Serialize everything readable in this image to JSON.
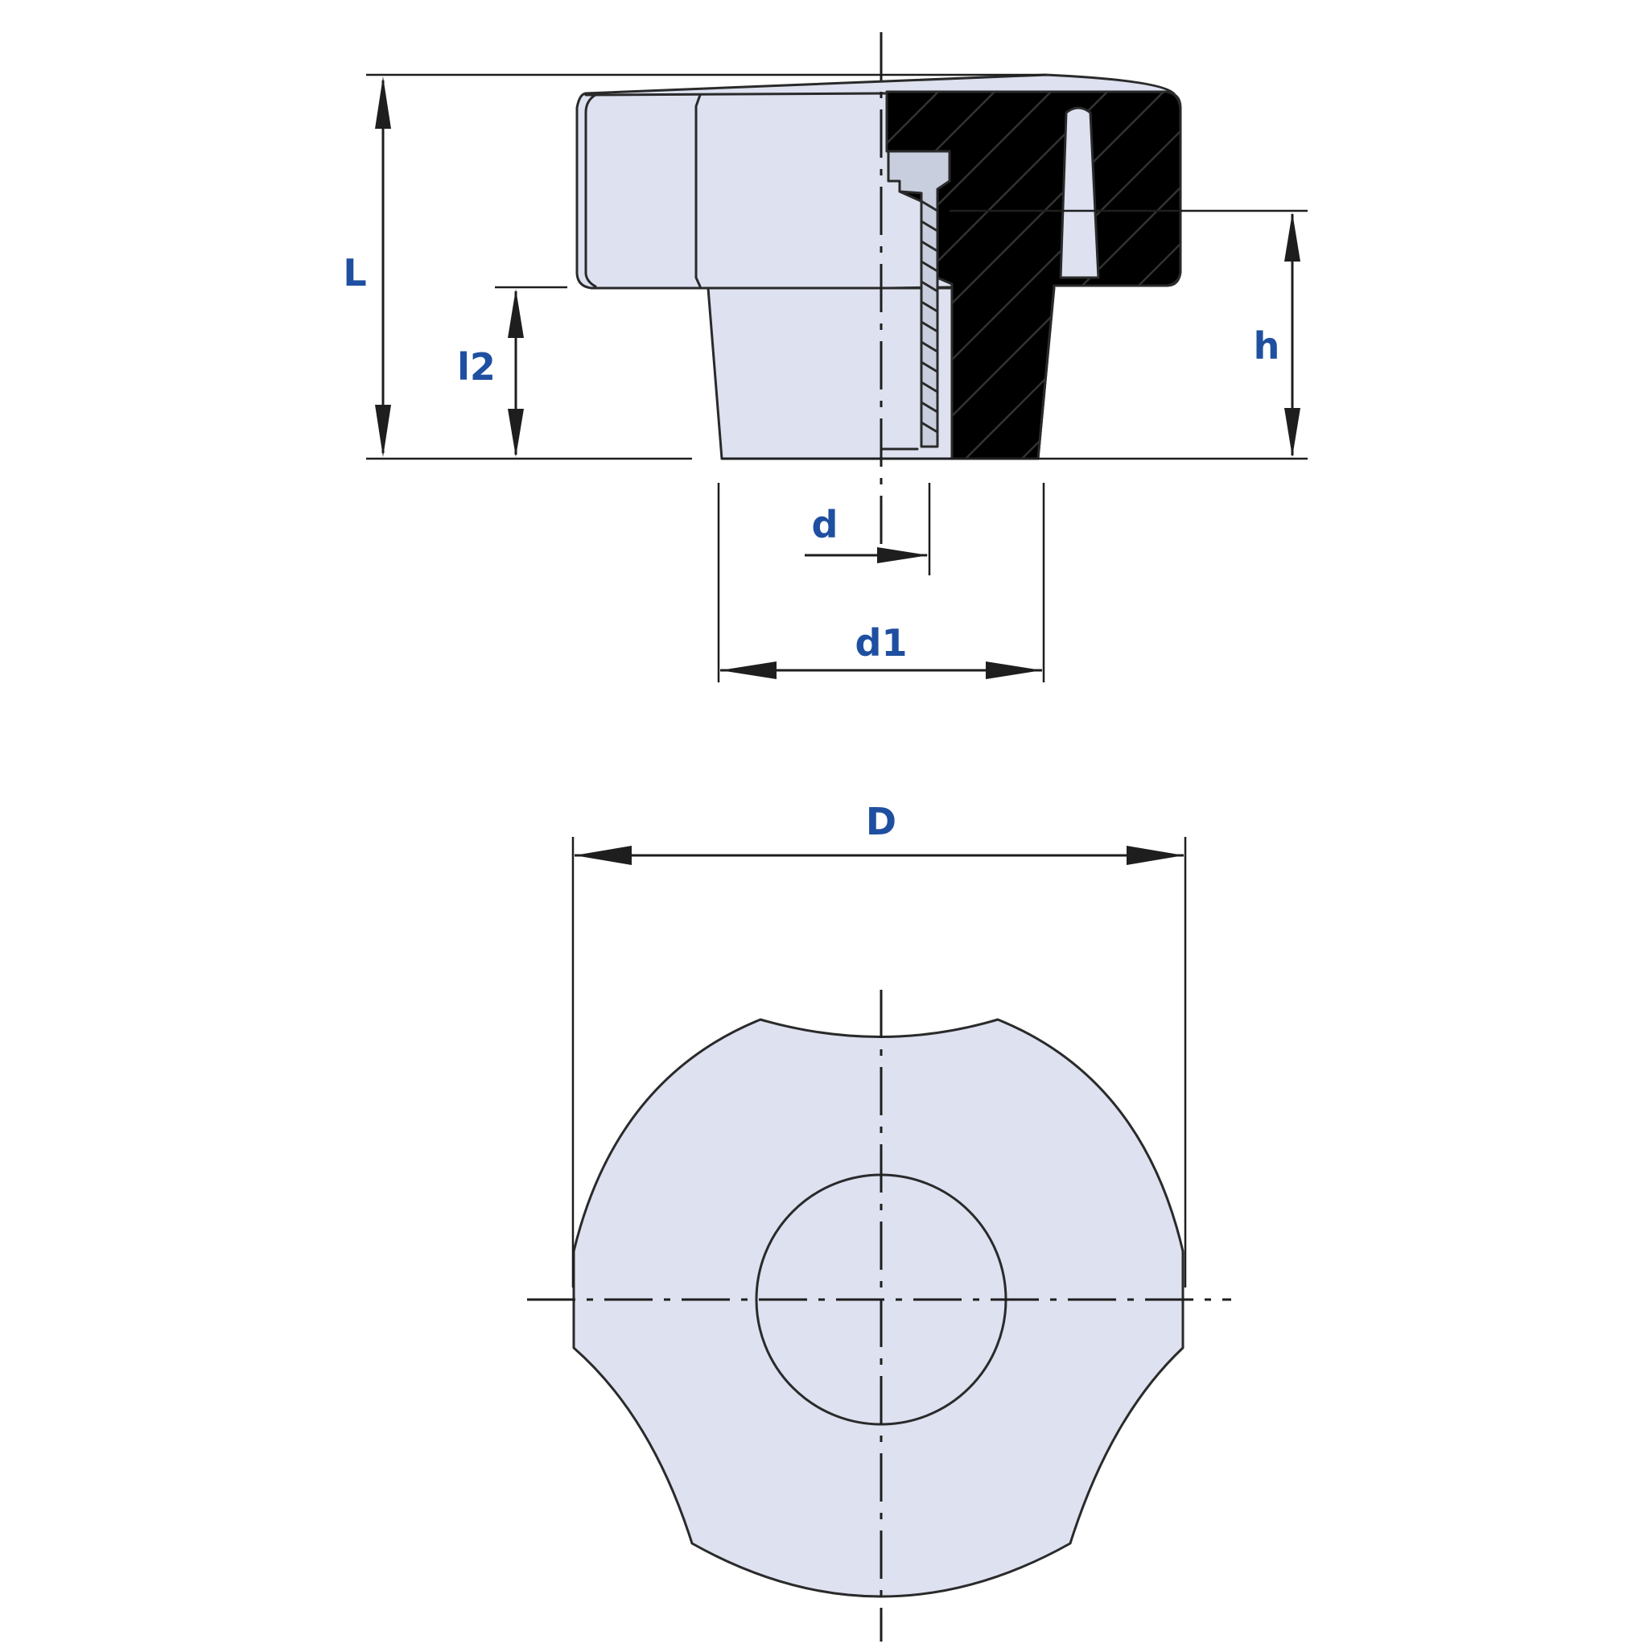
{
  "colors": {
    "part_fill": "#dde1f0",
    "section_fill": "#dde1f0",
    "line": "#1e1e1e",
    "label": "#1f4fa0"
  },
  "labels": {
    "L": "L",
    "l2": "l2",
    "h": "h",
    "d": "d",
    "d1": "d1",
    "D": "D"
  }
}
